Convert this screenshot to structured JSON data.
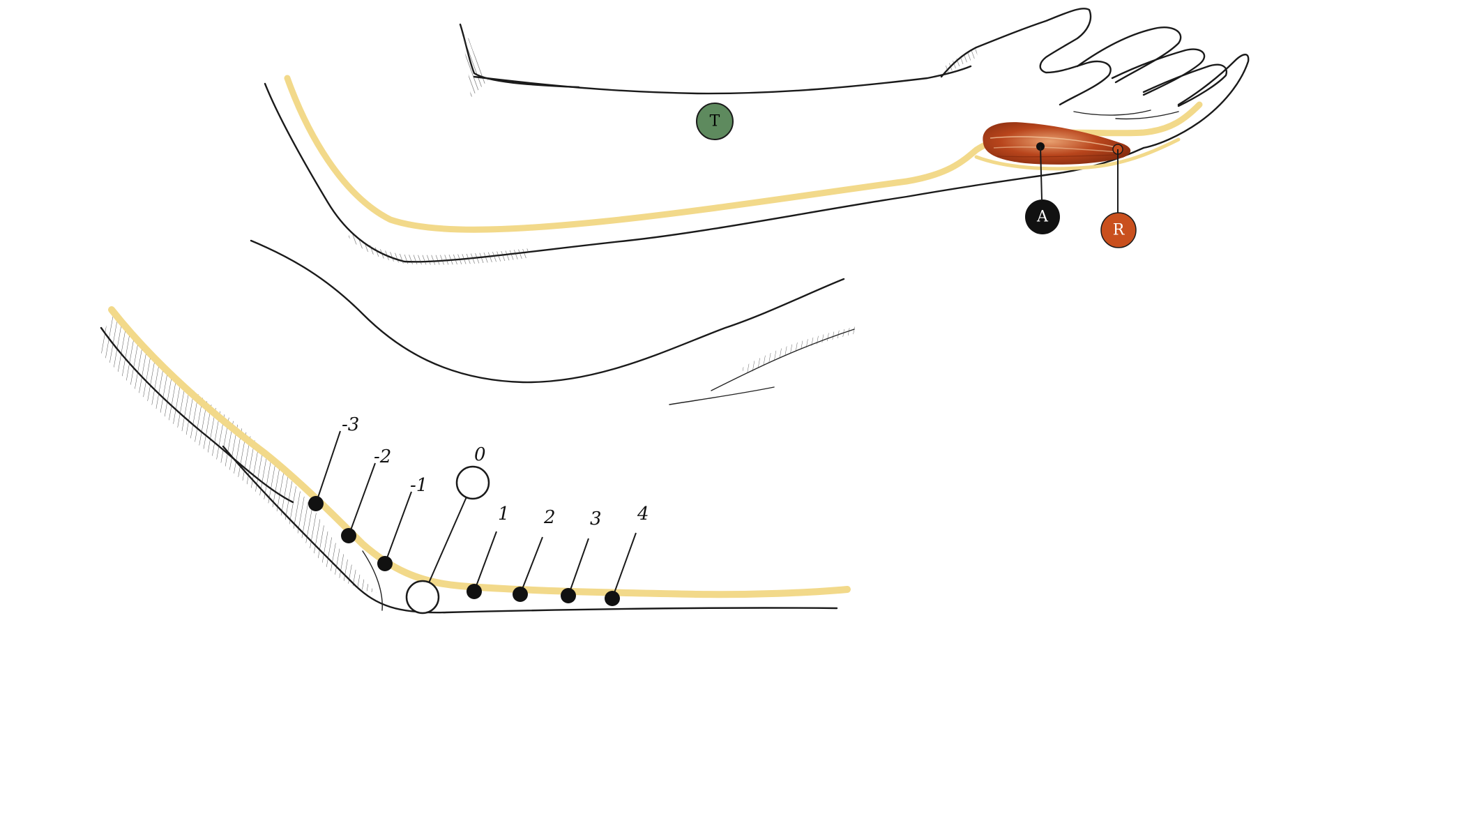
{
  "markers": {
    "T": {
      "label": "T",
      "fill": "#5e8a5e",
      "text_color": "#111111"
    },
    "A": {
      "label": "A",
      "fill": "#111111",
      "text_color": "#ffffff"
    },
    "R": {
      "label": "R",
      "fill": "#c9501e",
      "text_color": "#ffffff"
    }
  },
  "stimulation_points": [
    "-3",
    "-2",
    "-1",
    "0",
    "1",
    "2",
    "3",
    "4"
  ],
  "colors": {
    "nerve": "#f2d98a",
    "muscle": "#b8451c",
    "ink": "#1a1a1a"
  }
}
